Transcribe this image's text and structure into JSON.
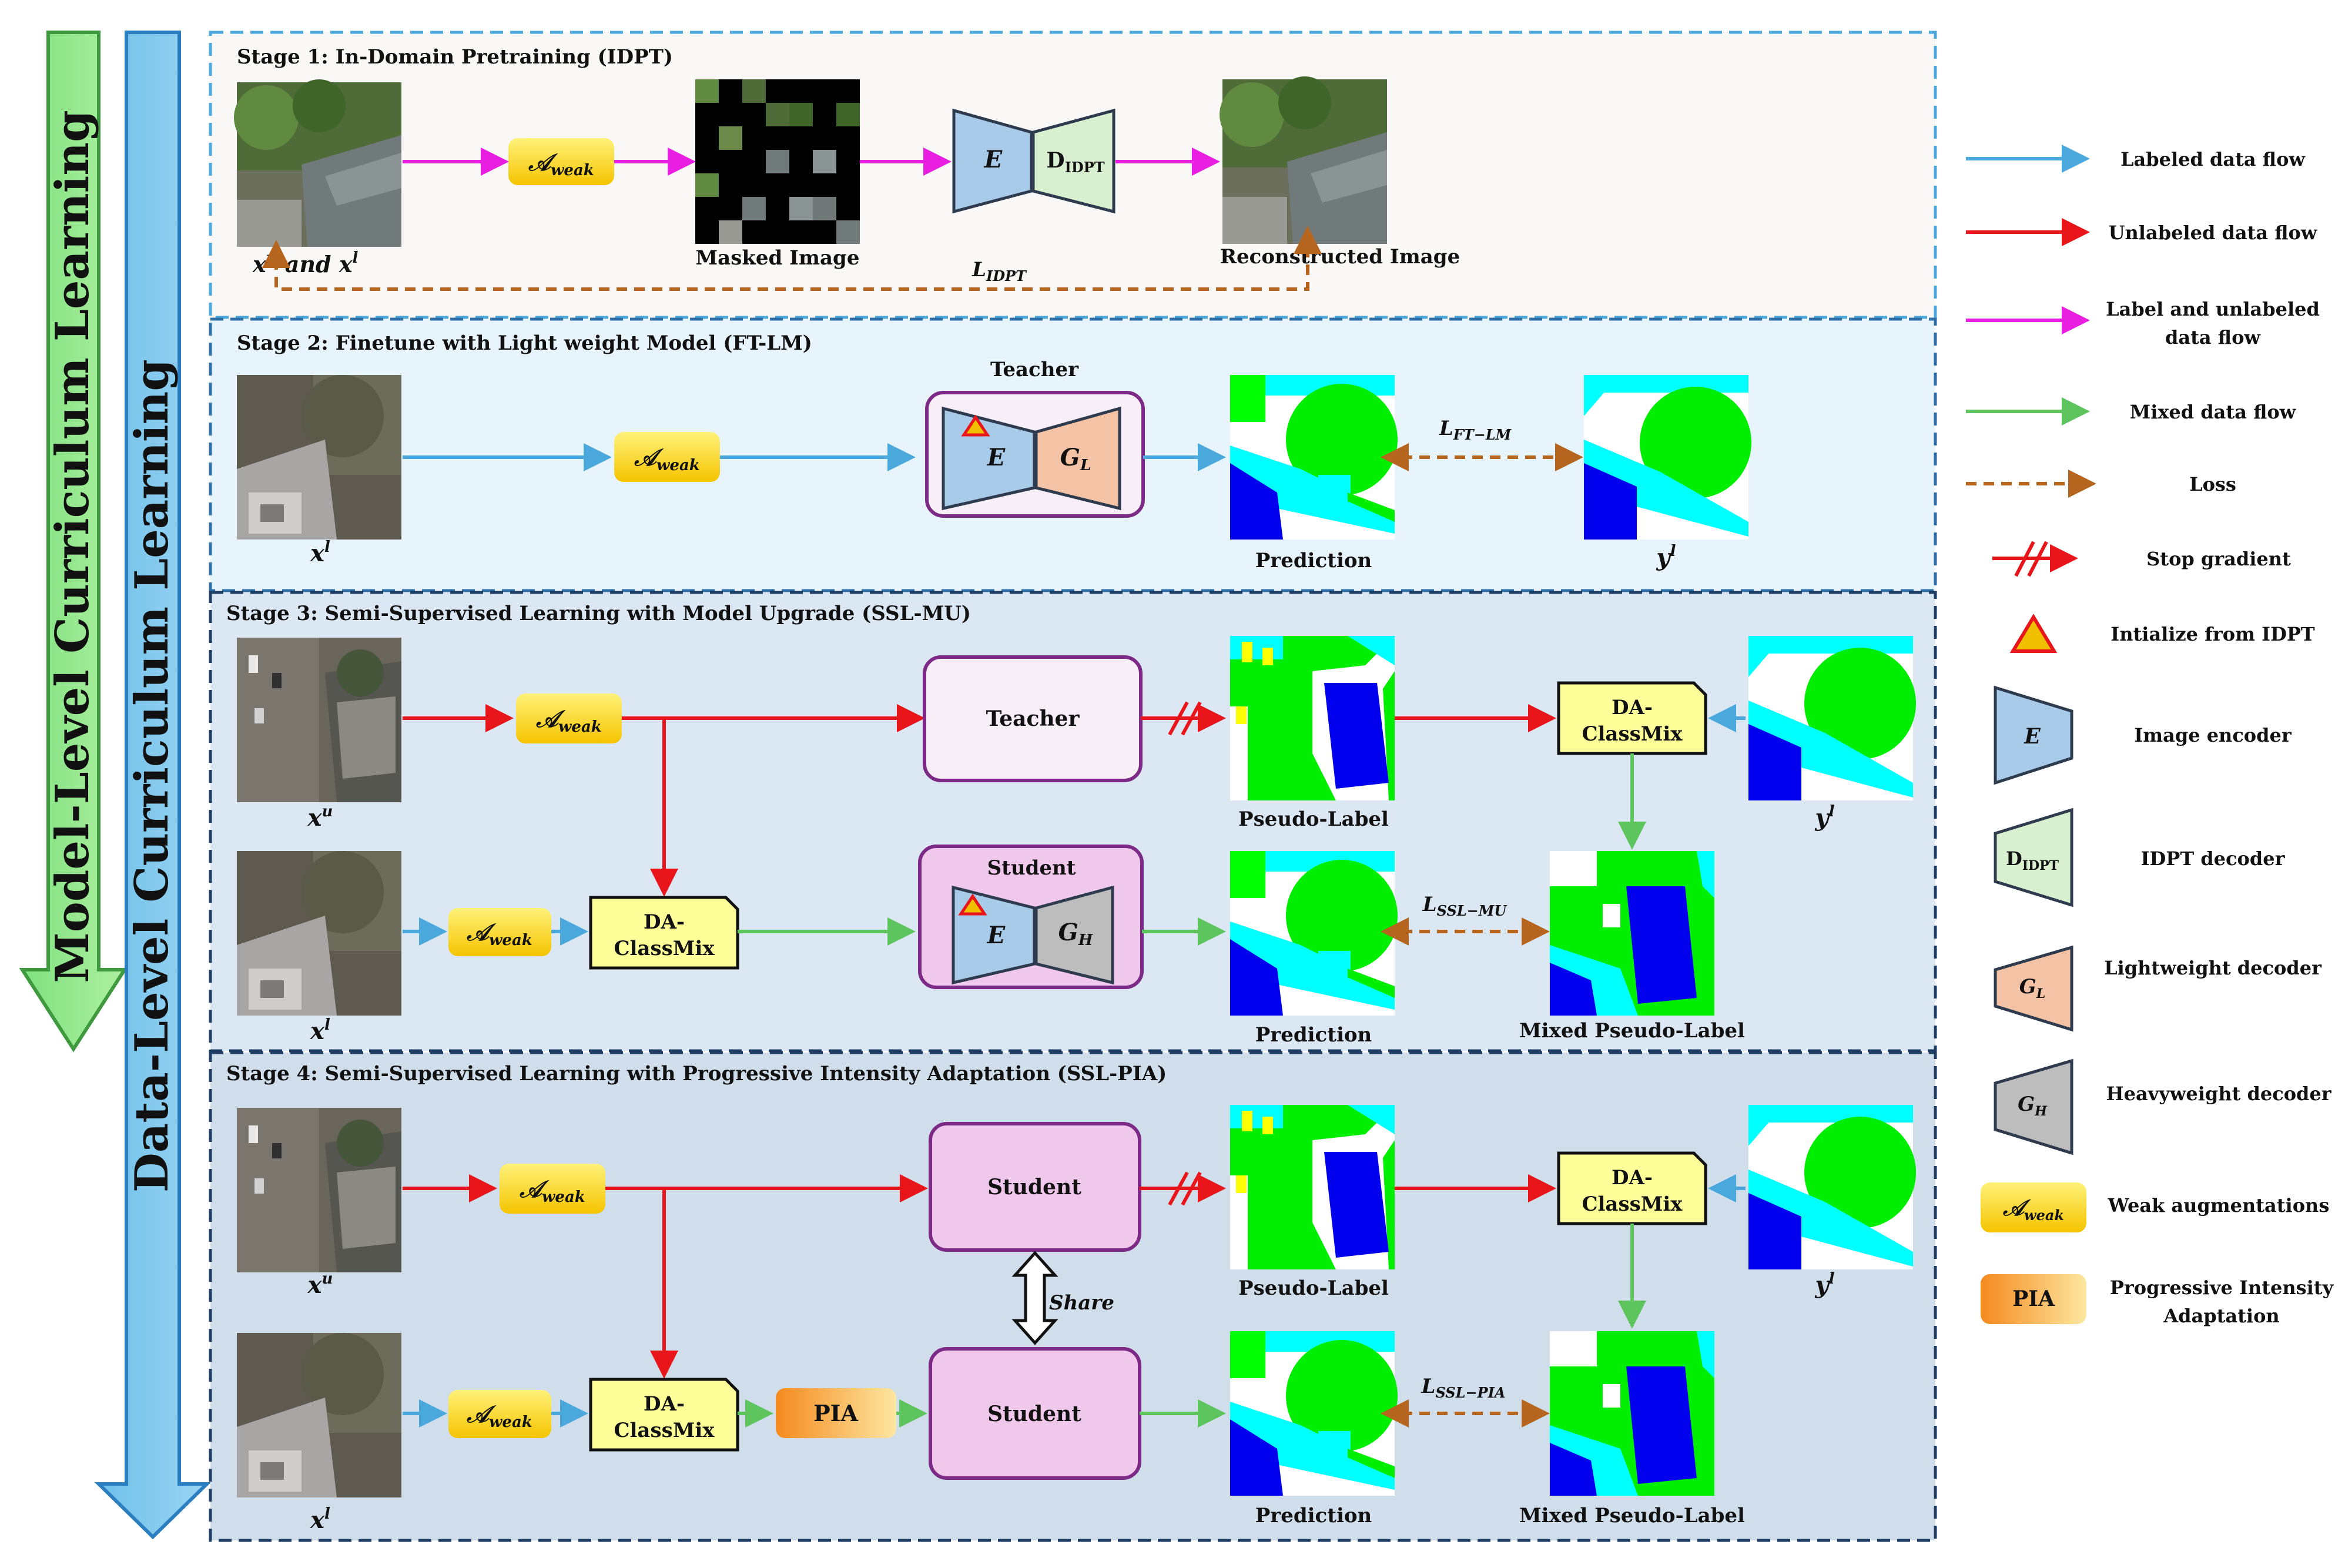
{
  "curricula": {
    "model_level": "Model-Level Curriculum Learning",
    "data_level": "Data-Level Curriculum Learning"
  },
  "stages": {
    "s1": {
      "title": "Stage 1: In-Domain Pretraining (IDPT)",
      "input_label": "x",
      "input_sup1": "u",
      "input_and": " and x",
      "input_sup2": "l",
      "aug": "𝒜",
      "aug_sub": "weak",
      "masked": "Masked Image",
      "encoder": "E",
      "decoder": "D",
      "decoder_sub": "IDPT",
      "recon": "Reconstructed Image",
      "loss": "L",
      "loss_sub": "IDPT"
    },
    "s2": {
      "title": "Stage 2: Finetune with Light weight Model (FT-LM)",
      "input": "x",
      "input_sup": "l",
      "aug": "𝒜",
      "aug_sub": "weak",
      "model": "Teacher",
      "encoder": "E",
      "decoder": "G",
      "decoder_sub": "L",
      "prediction": "Prediction",
      "loss": "L",
      "loss_sub": "FT−LM",
      "target": "y",
      "target_sup": "l"
    },
    "s3": {
      "title": "Stage 3: Semi-Supervised Learning with Model Upgrade (SSL-MU)",
      "input_u": "x",
      "input_u_sup": "u",
      "input_l": "x",
      "input_l_sup": "l",
      "aug": "𝒜",
      "aug_sub": "weak",
      "teacher": "Teacher",
      "student": "Student",
      "encoder": "E",
      "decoder": "G",
      "decoder_sub": "H",
      "mix1": "DA-",
      "mix2": "ClassMix",
      "pseudo": "Pseudo-Label",
      "prediction": "Prediction",
      "mixed": "Mixed Pseudo-Label",
      "loss": "L",
      "loss_sub": "SSL−MU",
      "target": "y",
      "target_sup": "l"
    },
    "s4": {
      "title": "Stage 4: Semi-Supervised Learning with Progressive Intensity Adaptation (SSL-PIA)",
      "input_u": "x",
      "input_u_sup": "u",
      "input_l": "x",
      "input_l_sup": "l",
      "aug": "𝒜",
      "aug_sub": "weak",
      "student": "Student",
      "share": "Share",
      "pia": "PIA",
      "mix1": "DA-",
      "mix2": "ClassMix",
      "pseudo": "Pseudo-Label",
      "prediction": "Prediction",
      "mixed": "Mixed Pseudo-Label",
      "loss": "L",
      "loss_sub": "SSL−PIA",
      "target": "y",
      "target_sup": "l"
    }
  },
  "legend": {
    "labeled": "Labeled data flow",
    "unlabeled": "Unlabeled data flow",
    "label_unlabeled_1": "Label and unlabeled",
    "label_unlabeled_2": "data flow",
    "mixed": "Mixed data flow",
    "loss": "Loss",
    "stop": "Stop gradient",
    "init": "Intialize from IDPT",
    "encoder_sym": "E",
    "encoder": "Image encoder",
    "idpt_sym": "D",
    "idpt_sym_sub": "IDPT",
    "idpt": "IDPT decoder",
    "light_sym": "G",
    "light_sym_sub": "L",
    "light": "Lightweight  decoder",
    "heavy_sym": "G",
    "heavy_sym_sub": "H",
    "heavy": "Heavyweight decoder",
    "weak_sym": "𝒜",
    "weak_sym_sub": "weak",
    "weak": "Weak augmentations",
    "pia_sym": "PIA",
    "pia_1": "Progressive Intensity",
    "pia_2": "Adaptation"
  },
  "colors": {
    "labeled": "#4aa8dc",
    "unlabeled": "#e8161b",
    "label_unlabeled": "#e81ee0",
    "mixed": "#5ec45e",
    "loss": "#b5651d",
    "encoder": "#a9cbea",
    "idpt_decoder": "#d8f0d0",
    "light_decoder": "#f4c3a6",
    "heavy_decoder": "#bdbdbd",
    "teacher_fill": "#f8eef8",
    "student_fill": "#f0c8ec",
    "module_border": "#7c2a86",
    "classmix": "#ffff99"
  }
}
